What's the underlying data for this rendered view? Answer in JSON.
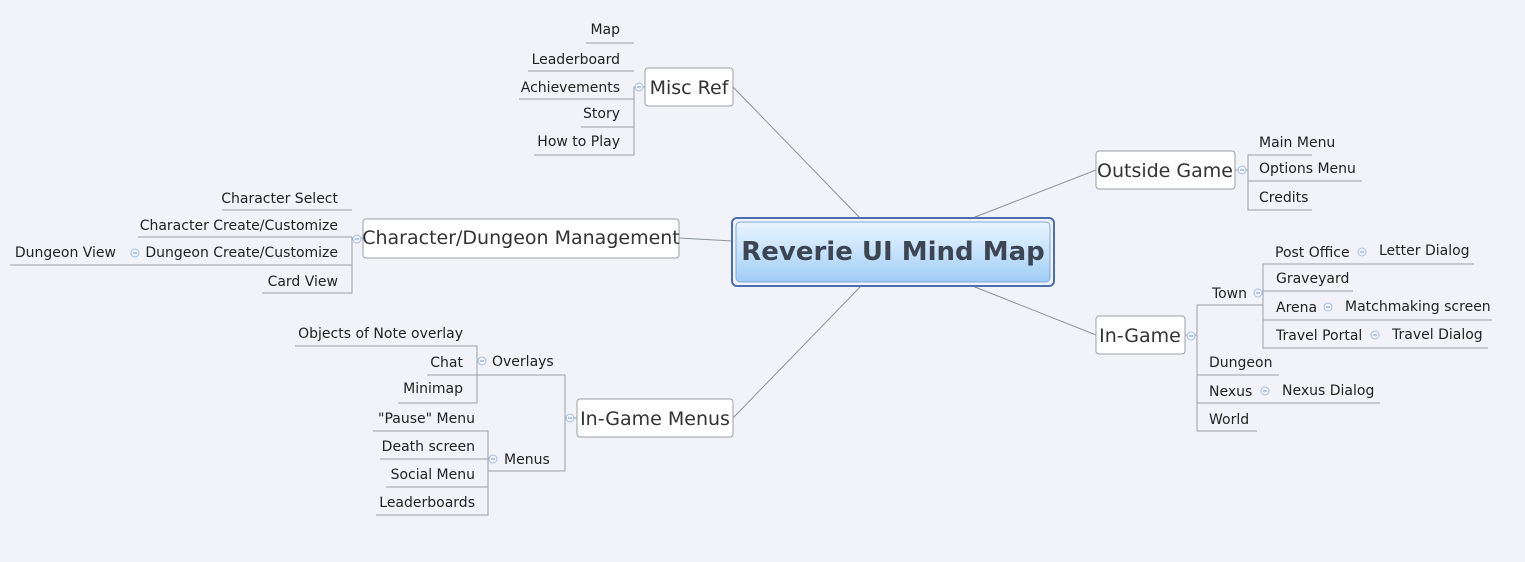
{
  "central": {
    "title": "Reverie UI Mind Map"
  },
  "branches": {
    "misc_ref": {
      "label": "Misc Ref",
      "children": [
        "Map",
        "Leaderboard",
        "Achievements",
        "Story",
        "How to Play"
      ]
    },
    "char_dungeon": {
      "label": "Character/Dungeon Management",
      "children": [
        "Character Select",
        "Character Create/Customize",
        "Dungeon Create/Customize",
        "Card View"
      ],
      "grandchildren": {
        "dungeon_create": "Dungeon View"
      }
    },
    "in_game_menus": {
      "label": "In-Game Menus",
      "overlays": {
        "label": "Overlays",
        "children": [
          "Objects of Note overlay",
          "Chat",
          "Minimap"
        ]
      },
      "menus": {
        "label": "Menus",
        "children": [
          "\"Pause\" Menu",
          "Death screen",
          "Social Menu",
          "Leaderboards"
        ]
      }
    },
    "outside_game": {
      "label": "Outside Game",
      "children": [
        "Main Menu",
        "Options Menu",
        "Credits"
      ]
    },
    "in_game": {
      "label": "In-Game",
      "town": {
        "label": "Town",
        "children": [
          "Post Office",
          "Graveyard",
          "Arena",
          "Travel Portal"
        ],
        "details": {
          "post_office": "Letter Dialog",
          "arena": "Matchmaking screen",
          "travel_portal": "Travel Dialog"
        }
      },
      "dungeon": "Dungeon",
      "nexus": {
        "label": "Nexus",
        "detail": "Nexus Dialog"
      },
      "world": "World"
    }
  },
  "colors": {
    "background": "#f1f3f8",
    "central_gradient_top": "#e9f4ff",
    "central_gradient_bottom": "#9fcdf5",
    "central_border": "#4a6fb0",
    "connector": "#8d929a"
  }
}
